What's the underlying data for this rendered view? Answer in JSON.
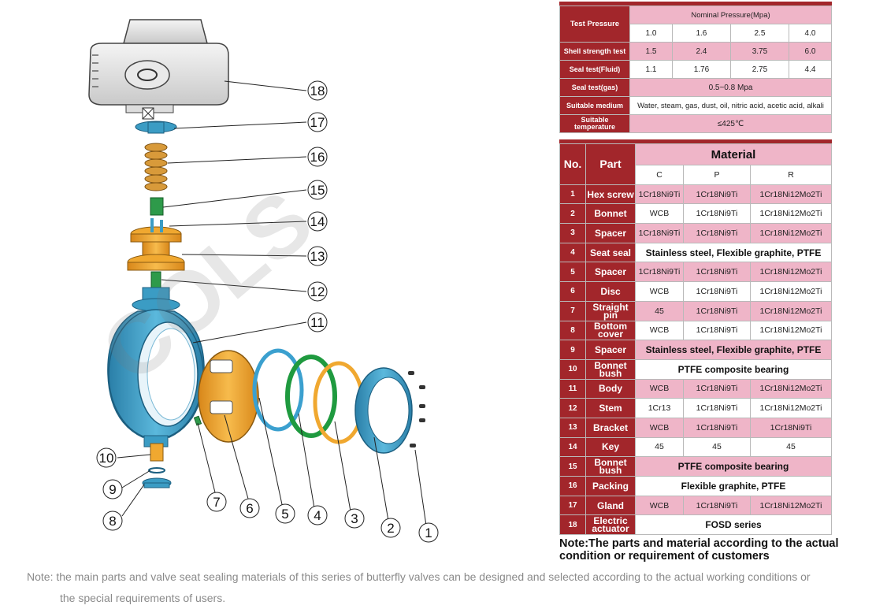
{
  "pressure_table": {
    "test_pressure": "Test Pressure",
    "nominal_pressure": "Nominal Pressure(Mpa)",
    "nominal_values": [
      "1.0",
      "1.6",
      "2.5",
      "4.0"
    ],
    "rows": [
      {
        "label": "Shell strength test",
        "values": [
          "1.5",
          "2.4",
          "3.75",
          "6.0"
        ]
      },
      {
        "label": "Seal test(Fluid)",
        "values": [
          "1.1",
          "1.76",
          "2.75",
          "4.4"
        ]
      }
    ],
    "gas": {
      "label": "Seal test(gas)",
      "value": "0.5~0.8 Mpa"
    },
    "medium": {
      "label": "Suitable medium",
      "value": "Water, steam, gas, dust, oil, nitric acid, acetic acid, alkali"
    },
    "temperature": {
      "label": "Suitable temperature",
      "value": "≤425℃"
    }
  },
  "material_table": {
    "no_header": "No.",
    "part_header": "Part",
    "material_header": "Material",
    "grades": [
      "C",
      "P",
      "R"
    ],
    "rows": [
      {
        "no": "1",
        "part": "Hex screw",
        "c": "1Cr18Ni9Ti",
        "p": "1Cr18Ni9Ti",
        "r": "1Cr18Ni12Mo2Ti"
      },
      {
        "no": "2",
        "part": "Bonnet",
        "c": "WCB",
        "p": "1Cr18Ni9Ti",
        "r": "1Cr18Ni12Mo2Ti"
      },
      {
        "no": "3",
        "part": "Spacer",
        "c": "1Cr18Ni9Ti",
        "p": "1Cr18Ni9Ti",
        "r": "1Cr18Ni12Mo2Ti"
      },
      {
        "no": "4",
        "part": "Seat seal",
        "merged": "Stainless steel, Flexible graphite, PTFE"
      },
      {
        "no": "5",
        "part": "Spacer",
        "c": "1Cr18Ni9Ti",
        "p": "1Cr18Ni9Ti",
        "r": "1Cr18Ni12Mo2Ti"
      },
      {
        "no": "6",
        "part": "Disc",
        "c": "WCB",
        "p": "1Cr18Ni9Ti",
        "r": "1Cr18Ni12Mo2Ti"
      },
      {
        "no": "7",
        "part": "Straight pin",
        "c": "45",
        "p": "1Cr18Ni9Ti",
        "r": "1Cr18Ni12Mo2Ti"
      },
      {
        "no": "8",
        "part": "Bottom cover",
        "c": "WCB",
        "p": "1Cr18Ni9Ti",
        "r": "1Cr18Ni12Mo2Ti"
      },
      {
        "no": "9",
        "part": "Spacer",
        "merged": "Stainless steel, Flexible graphite, PTFE"
      },
      {
        "no": "10",
        "part": "Bonnet bush",
        "merged": "PTFE composite bearing"
      },
      {
        "no": "11",
        "part": "Body",
        "c": "WCB",
        "p": "1Cr18Ni9Ti",
        "r": "1Cr18Ni12Mo2Ti"
      },
      {
        "no": "12",
        "part": "Stem",
        "c": "1Cr13",
        "p": "1Cr18Ni9Ti",
        "r": "1Cr18Ni12Mo2Ti"
      },
      {
        "no": "13",
        "part": "Bracket",
        "c": "WCB",
        "p": "1Cr18Ni9Ti",
        "r": "1Cr18Ni9Ti"
      },
      {
        "no": "14",
        "part": "Key",
        "c": "45",
        "p": "45",
        "r": "45"
      },
      {
        "no": "15",
        "part": "Bonnet bush",
        "merged": "PTFE composite bearing"
      },
      {
        "no": "16",
        "part": "Packing",
        "merged": "Flexible graphite, PTFE"
      },
      {
        "no": "17",
        "part": "Gland",
        "c": "WCB",
        "p": "1Cr18Ni9Ti",
        "r": "1Cr18Ni12Mo2Ti"
      },
      {
        "no": "18",
        "part": "Electric actuator",
        "merged": "FOSD series"
      }
    ],
    "note": "Note:The parts and material according to the actual condition or requirement of customers"
  },
  "callouts": [
    "1",
    "2",
    "3",
    "4",
    "5",
    "6",
    "7",
    "8",
    "9",
    "10",
    "11",
    "12",
    "13",
    "14",
    "15",
    "16",
    "17",
    "18"
  ],
  "page_note_line1": "Note: the main parts and valve seat sealing materials of this series of butterfly valves can be designed and selected according to the actual working conditions or",
  "page_note_line2": "the special requirements of users.",
  "watermark_text": "COLS",
  "colors": {
    "maroon": "#a2262b",
    "pink": "#efb5c8",
    "body_blue": "#3b9cc4",
    "orange": "#f0a830",
    "green": "#2e9a4a"
  }
}
